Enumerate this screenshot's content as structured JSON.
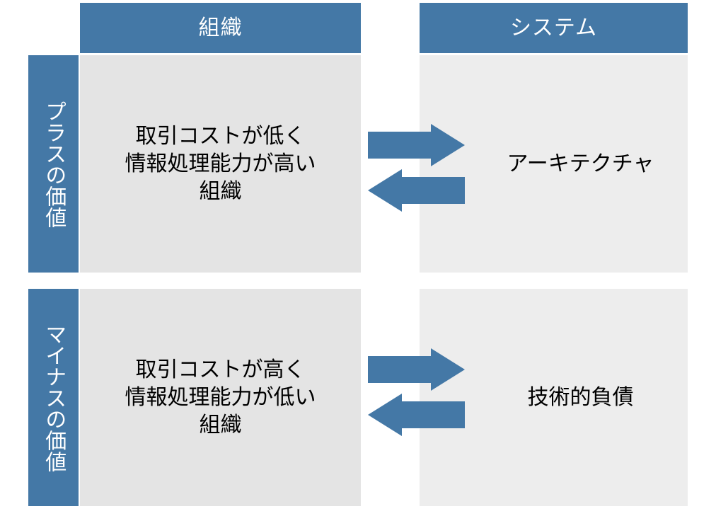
{
  "diagram": {
    "title_present": false,
    "colors": {
      "accent_blue": "#4478A6",
      "panel_gray_left": "#E4E4E4",
      "panel_gray_right": "#EDEDED",
      "header_text": "#FFFFFF",
      "body_text": "#000000",
      "background": "#FFFFFF"
    },
    "column_headers": [
      {
        "id": "organization",
        "label": "組織"
      },
      {
        "id": "system",
        "label": "システム"
      }
    ],
    "row_headers": [
      {
        "id": "plus-value",
        "label": "プラスの価値"
      },
      {
        "id": "minus-value",
        "label": "マイナスの価値"
      }
    ],
    "cells": {
      "organization_plus": "取引コストが低く\n情報処理能力が高い\n組織",
      "organization_minus": "取引コストが高く\n情報処理能力が低い\n組織",
      "system_plus": "アーキテクチャ",
      "system_minus": "技術的負債"
    },
    "connectors": [
      {
        "id": "plus-bidirectional",
        "between": [
          "organization_plus",
          "system_plus"
        ],
        "direction": "bidirectional",
        "style": "block-arrow-pair",
        "color": "#4478A6"
      },
      {
        "id": "minus-bidirectional",
        "between": [
          "organization_minus",
          "system_minus"
        ],
        "direction": "bidirectional",
        "style": "block-arrow-pair",
        "color": "#4478A6"
      }
    ]
  }
}
